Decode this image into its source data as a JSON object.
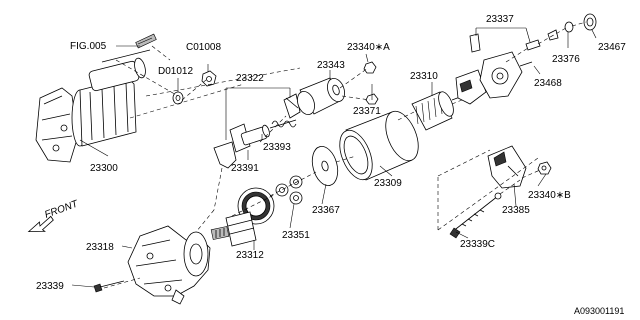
{
  "diagram_id": "A093001191",
  "labels": {
    "fig": "FIG.005",
    "c01008": "C01008",
    "d01012": "D01012",
    "p23322": "23322",
    "p23343": "23343",
    "p23340a": "23340∗A",
    "p23310": "23310",
    "p23337": "23337",
    "p23467": "23467",
    "p23376": "23376",
    "p23468": "23468",
    "p23300": "23300",
    "p23393": "23393",
    "p23391": "23391",
    "p23371": "23371",
    "p23309": "23309",
    "p23340b": "23340∗B",
    "p23385": "23385",
    "p23367": "23367",
    "p23339c": "23339C",
    "p23318": "23318",
    "p23312": "23312",
    "p23351": "23351",
    "p23339": "23339"
  },
  "front_label": "FRONT"
}
